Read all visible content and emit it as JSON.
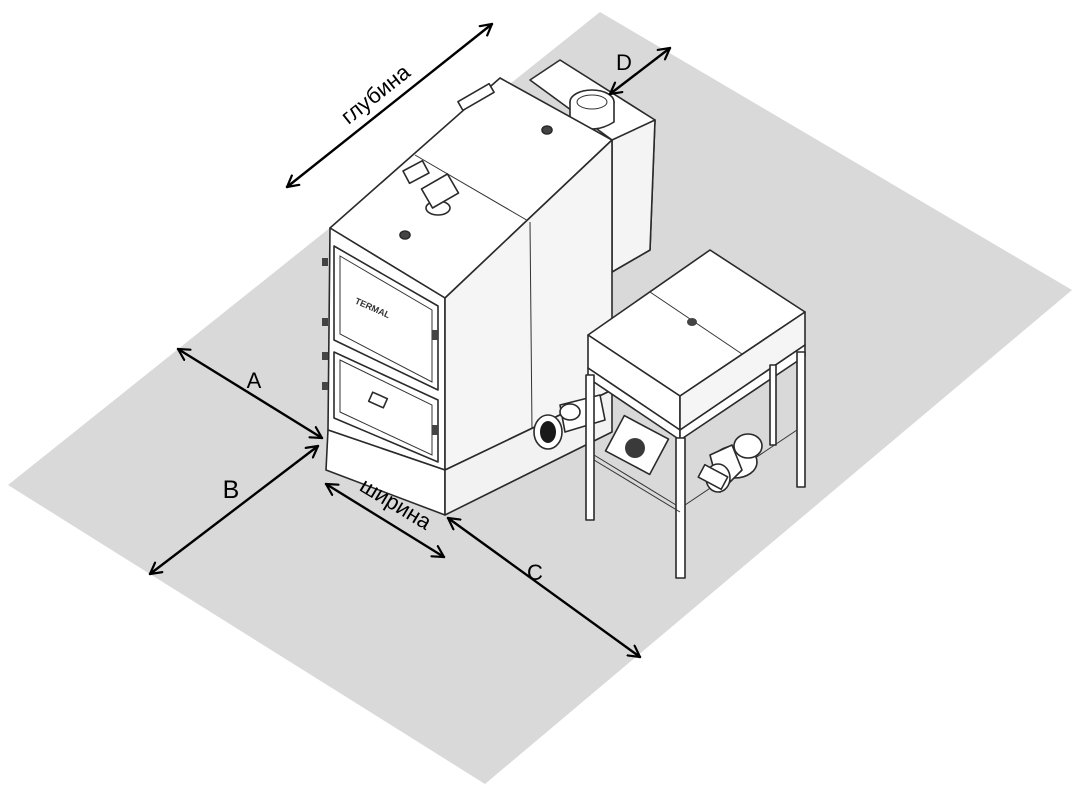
{
  "labels": {
    "depth": "глубина",
    "width": "ширина",
    "a": "A",
    "b": "B",
    "c": "C",
    "d": "D"
  },
  "logo_text": "TERMAL",
  "colors": {
    "floor": "#d9d9d9",
    "equipment_fill": "#ffffff",
    "equipment_shade": "#f2f2f2",
    "outline": "#2a2a2a",
    "dimension": "#000000"
  }
}
